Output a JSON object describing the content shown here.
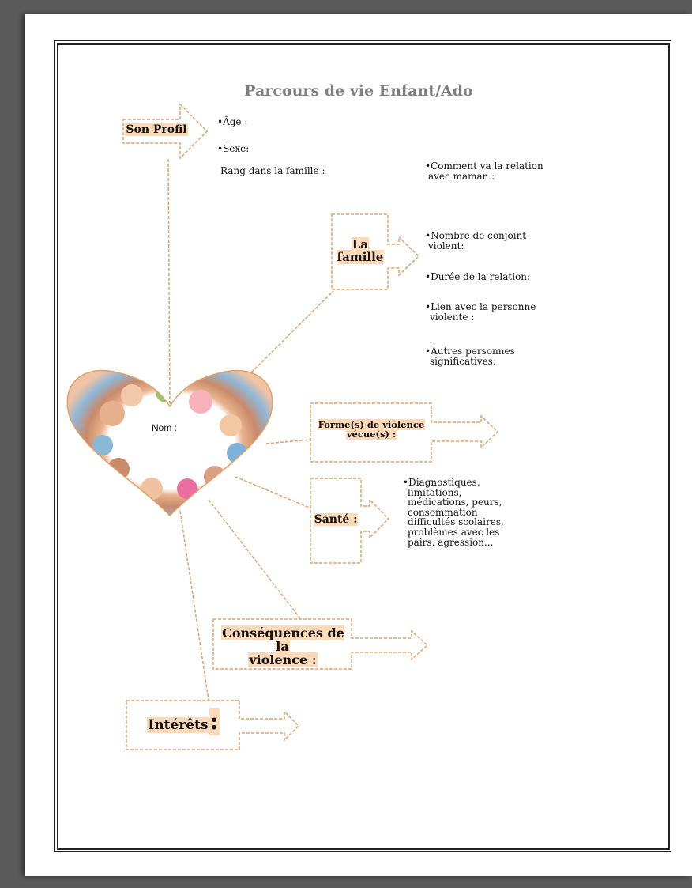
{
  "title": "Parcours de vie Enfant/Ado",
  "center": {
    "nom_label": "Nom :"
  },
  "profile": {
    "label": "Son Profil",
    "age": "•Âge :",
    "sexe": "•Sexe:",
    "rang": "Rang dans la famille :"
  },
  "famille": {
    "label_line1": "La",
    "label_line2": "famille",
    "relation_maman": [
      "•Comment va la relation",
      "avec  maman :"
    ],
    "conjoint": [
      "•Nombre de conjoint",
      "violent:"
    ],
    "duree": "•Durée de la relation:",
    "lien": [
      "•Lien avec la personne",
      "violente  :"
    ],
    "autres": [
      "•Autres personnes",
      "significatives:"
    ]
  },
  "violence": {
    "label_line1": "Forme(s) de violence",
    "label_line2": "vécue(s) :"
  },
  "sante": {
    "label": "Santé :",
    "details": [
      "•Diagnostiques,",
      "limitations,",
      "médications, peurs,",
      "consommation",
      "difficultés scolaires,",
      "problèmes avec les",
      "pairs, agression..."
    ]
  },
  "consequences": {
    "label_line1": "Conséquences de la",
    "label_line2": "violence :"
  },
  "interets": {
    "label": "Intérêts",
    "colon": ":"
  },
  "colors": {
    "box_stroke": "#e0a06a",
    "highlight": "#fbd9b9",
    "title": "#7f7f7f"
  }
}
